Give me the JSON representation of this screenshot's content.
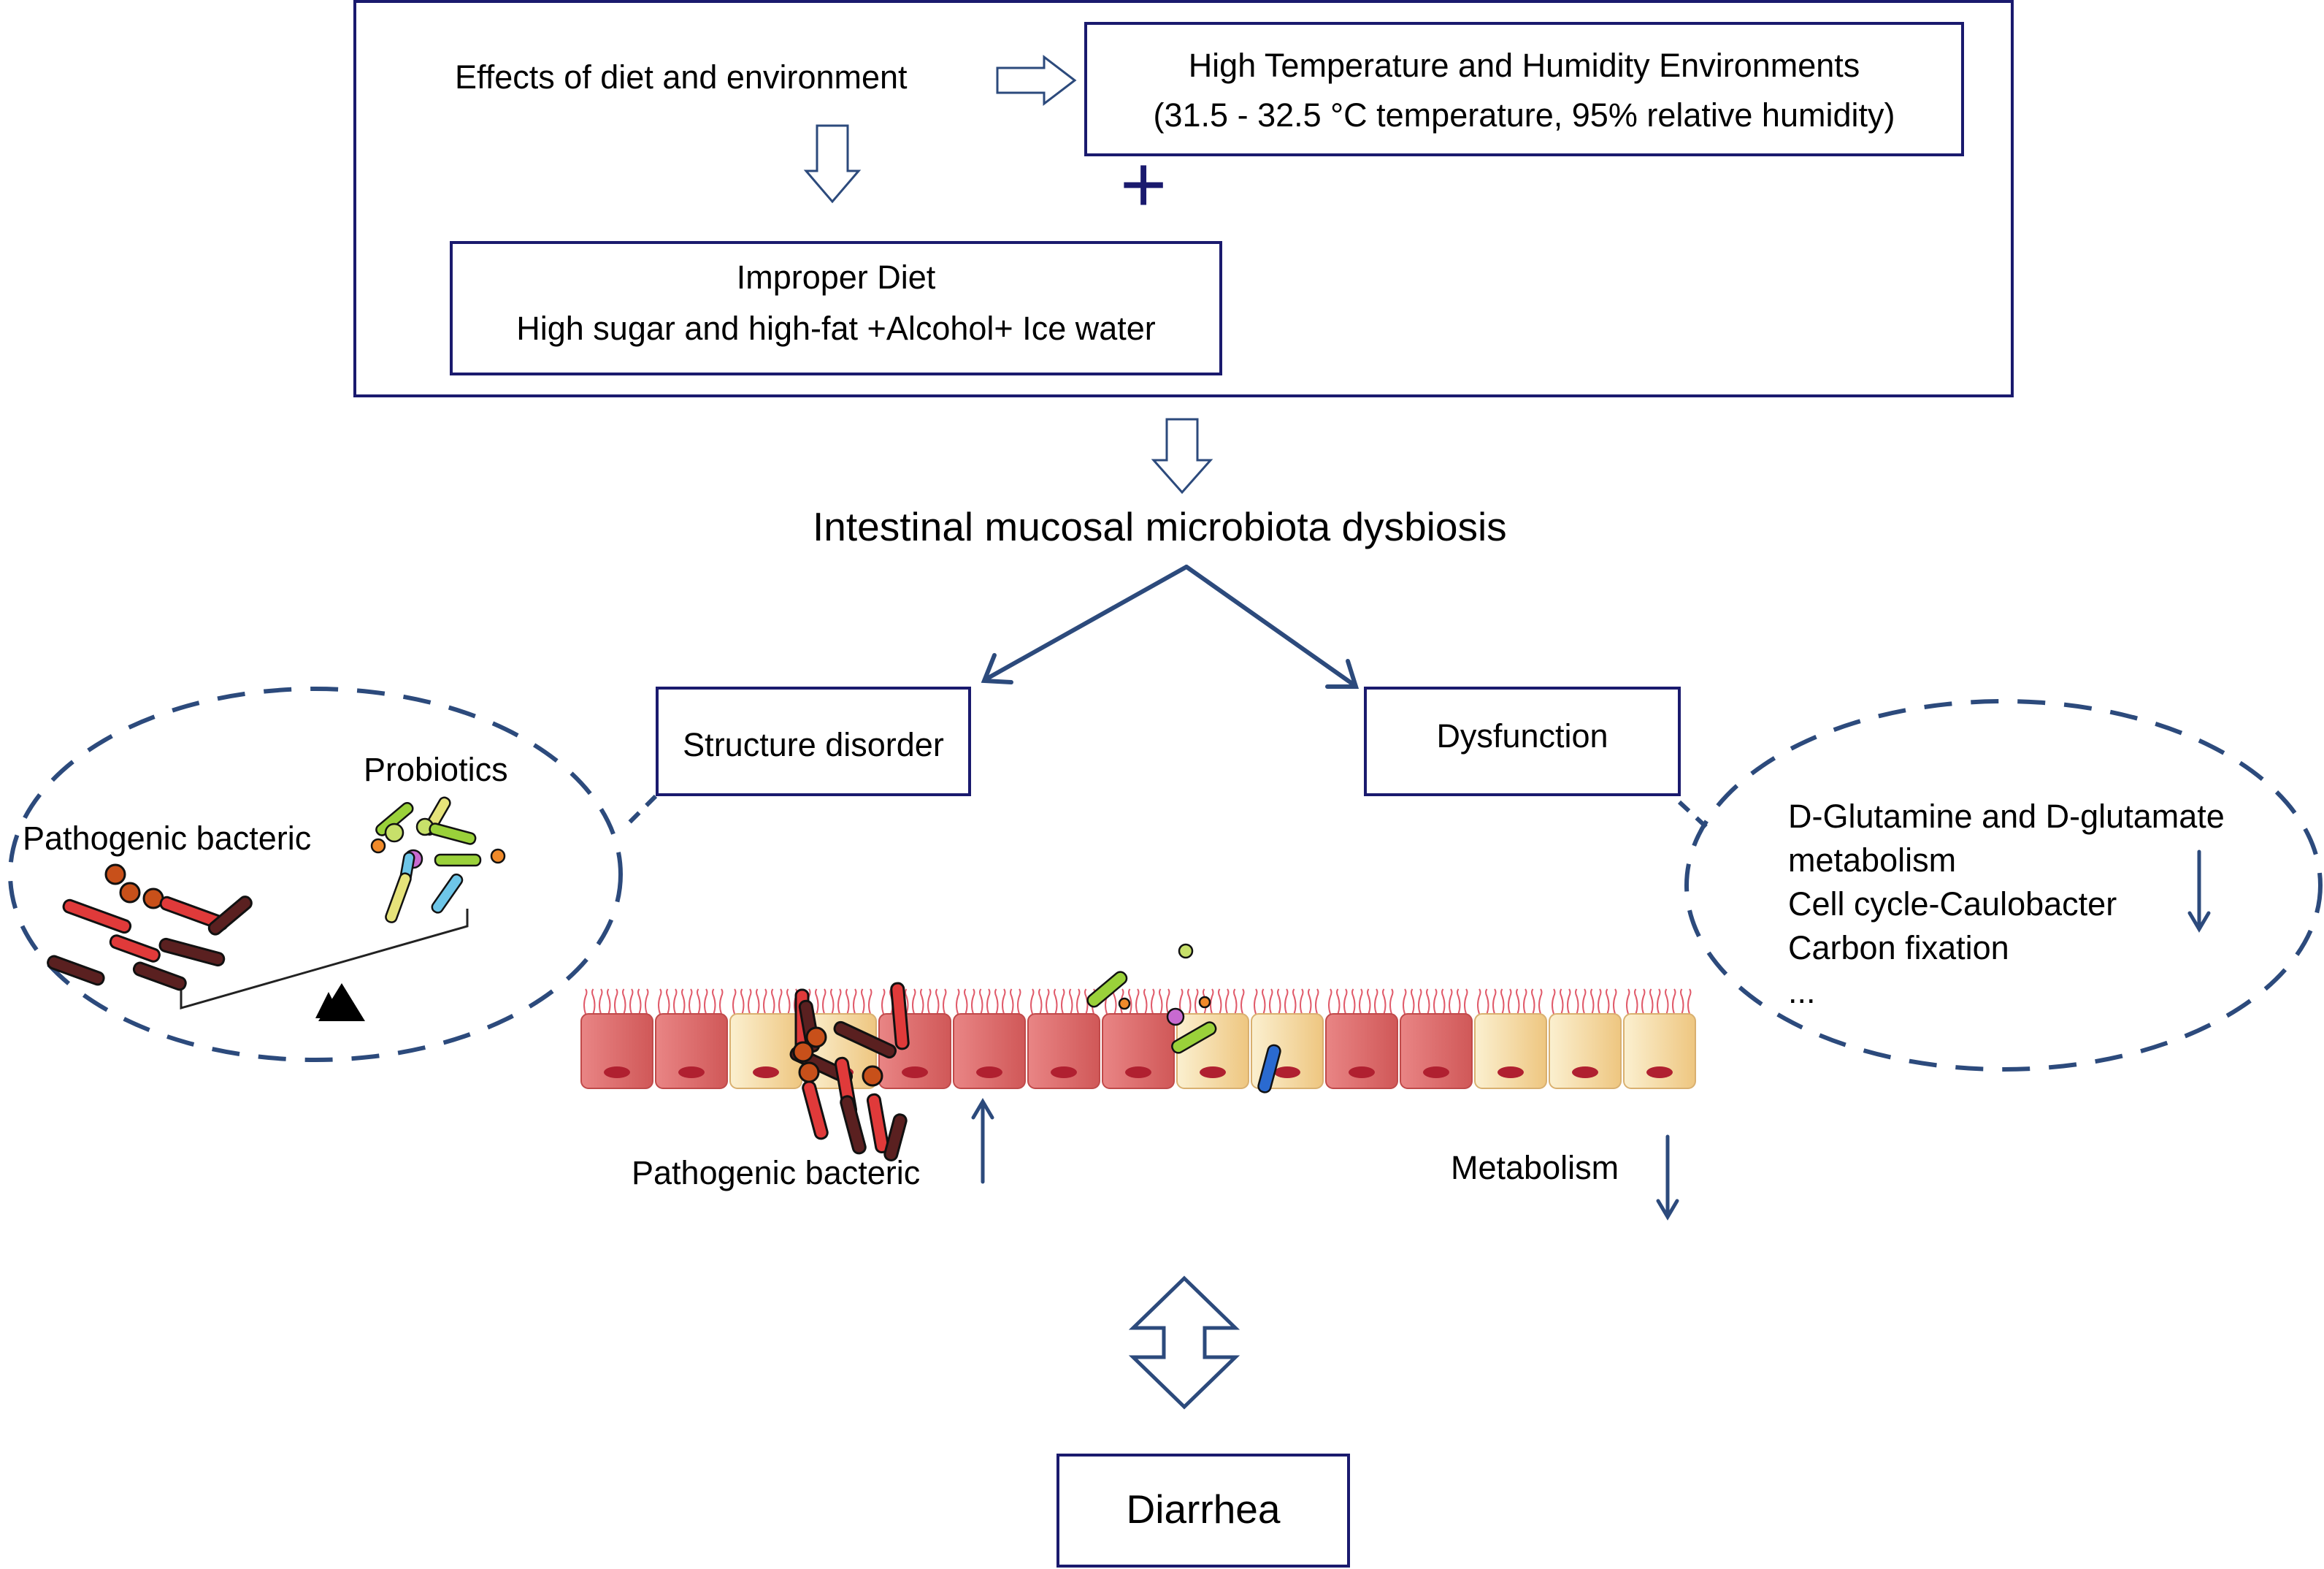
{
  "top_panel": {
    "effects_label": "Effects of diet and environment",
    "environment": {
      "title": "High Temperature and Humidity Environments",
      "detail": "(31.5 - 32.5 °C temperature, 95% relative humidity)"
    },
    "plus_symbol": "+",
    "diet": {
      "title": "Improper Diet",
      "detail": "High sugar and high-fat +Alcohol+ Ice water"
    }
  },
  "dysbiosis_label": "Intestinal mucosal microbiota dysbiosis",
  "structure_label": "Structure disorder",
  "dysfunction_label": "Dysfunction",
  "left_ellipse": {
    "probiotics_label": "Probiotics",
    "pathogenic_label": "Pathogenic bacteric"
  },
  "right_ellipse": {
    "pathways": [
      "D-Glutamine and D-glutamate",
      "metabolism",
      "Cell cycle-Caulobacter",
      "Carbon fixation",
      "..."
    ]
  },
  "mucosa": {
    "pathogenic_label": "Pathogenic bacteric",
    "metabolism_label": "Metabolism"
  },
  "outcome_label": "Diarrhea",
  "colors": {
    "box_border": "#1a1a6e",
    "arrow": "#2c4a7c",
    "red_cell": "#e07070",
    "yellow_cell": "#f5dca0"
  },
  "icons": [
    "hollow-arrow-right-icon",
    "hollow-arrow-down-icon",
    "double-arrow-icon",
    "arrow-up-icon",
    "arrow-down-icon",
    "fulcrum-triangle-icon"
  ]
}
